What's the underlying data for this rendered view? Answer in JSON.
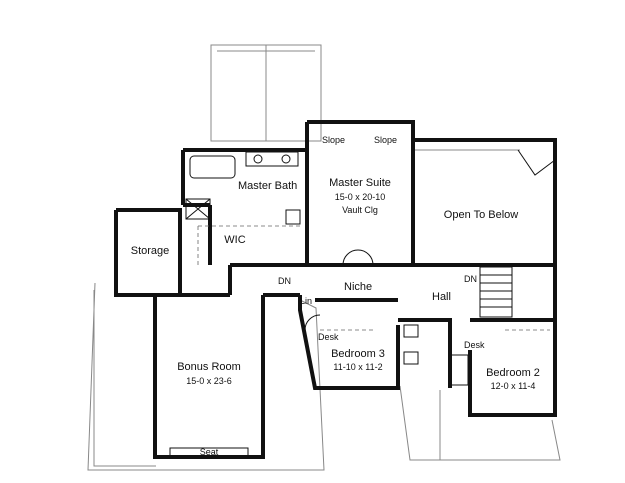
{
  "rooms": {
    "master_bath": {
      "name": "Master Bath"
    },
    "master_suite": {
      "name": "Master Suite",
      "size": "15-0 x 20-10",
      "note": "Vault Clg"
    },
    "open_to_below": {
      "name": "Open To Below"
    },
    "storage": {
      "name": "Storage"
    },
    "wic": {
      "name": "WIC"
    },
    "bonus_room": {
      "name": "Bonus Room",
      "size": "15-0 x 23-6"
    },
    "bedroom3": {
      "name": "Bedroom 3",
      "size": "11-10 x 11-2"
    },
    "bedroom2": {
      "name": "Bedroom 2",
      "size": "12-0 x 11-4"
    },
    "hall": {
      "name": "Hall"
    },
    "niche": {
      "name": "Niche"
    },
    "lin": {
      "name": "Lin"
    }
  },
  "labels": {
    "slope_left": "Slope",
    "slope_right": "Slope",
    "dn_left": "DN",
    "dn_right": "DN",
    "desk_left": "Desk",
    "desk_right": "Desk",
    "seat": "Seat"
  }
}
